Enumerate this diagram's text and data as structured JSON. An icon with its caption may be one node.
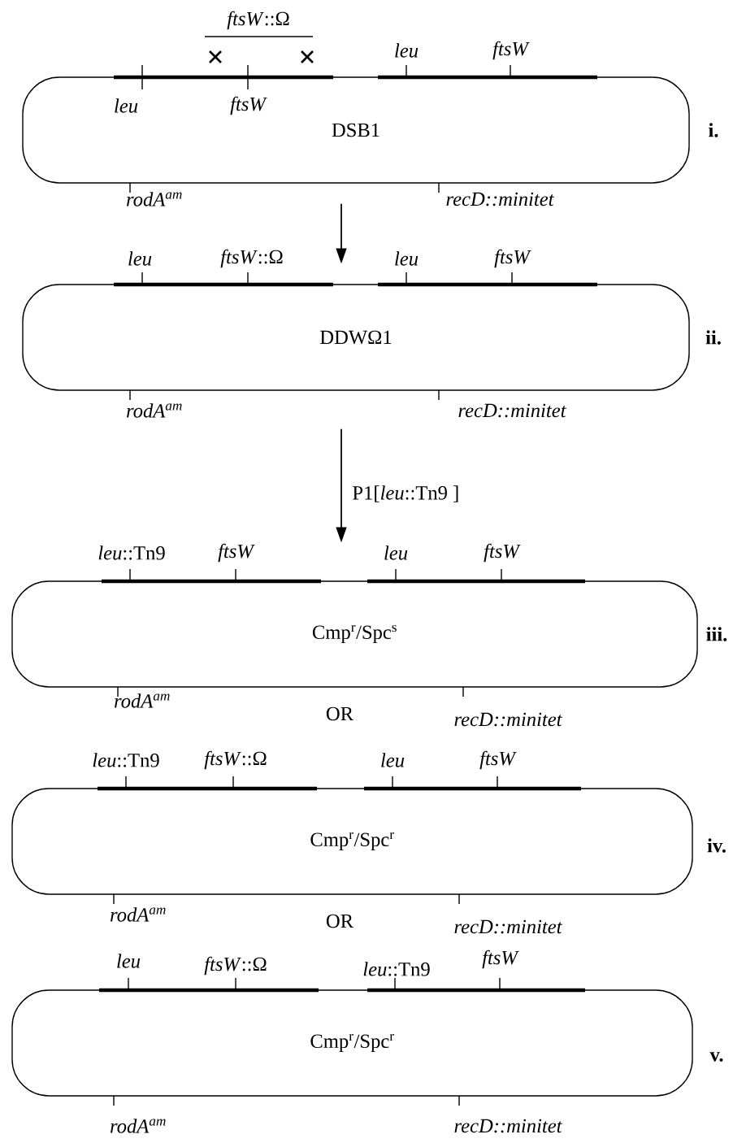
{
  "diagram": {
    "nodes": [
      {
        "text": [
          "DSB1"
        ],
        "beside": [
          "i.",
          "rodA$^{am}$",
          "recD::minitet"
        ]
      },
      {
        "text": [
          "DDWΩ1"
        ],
        "beside": [
          "ii.",
          "rodA$^{am}$",
          "recD::minitet"
        ]
      },
      {
        "text": [
          "Cmp$^{r}$/Spc$^{s}$"
        ],
        "beside": [
          "iii.",
          "rodA$^{am}$",
          "recD::minitet"
        ]
      },
      {
        "text": [
          "Cmp$^{r}$/Spc$^{r}$"
        ],
        "beside": [
          "iv.",
          "rodA$^{am}$",
          "recD::minitet"
        ]
      },
      {
        "text": [
          "Cmp$^{r}$/Spc$^{r}$"
        ],
        "beside": [
          "v.",
          "rodA$^{am}$",
          "recD::minitet"
        ]
      }
    ],
    "edges": [
      {
        "from": 0,
        "to": 1,
        "arrow": "to"
      },
      {
        "from": 1,
        "to": 2,
        "arrow": "to",
        "label": "P1[*leu*::Tn9 ]"
      }
    ],
    "labels": [
      "*ftsW*::Ω",
      "leu",
      "ftsW",
      "leu",
      "ftsW",
      "leu",
      "*ftsW*::Ω",
      "leu",
      "ftsW",
      "*leu*::Tn9",
      "ftsW",
      "leu",
      "ftsW",
      "OR",
      "*leu*::Tn9",
      "*ftsW*::Ω",
      "leu",
      "ftsW",
      "OR",
      "leu",
      "*ftsW*::Ω",
      "*leu*::Tn9",
      "ftsW"
    ]
  }
}
